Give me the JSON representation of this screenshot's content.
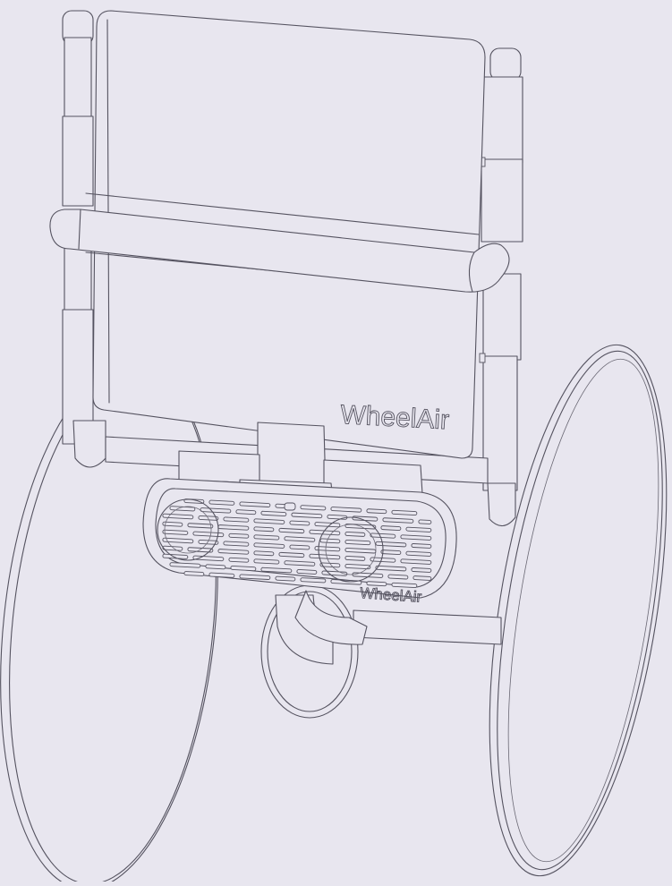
{
  "image": {
    "background_color": "#e8e6ef",
    "line_color": "#555360",
    "style": "line drawing"
  },
  "backrest_brand_text": "WheelAir",
  "fan_unit_brand_text": "WheelAir"
}
